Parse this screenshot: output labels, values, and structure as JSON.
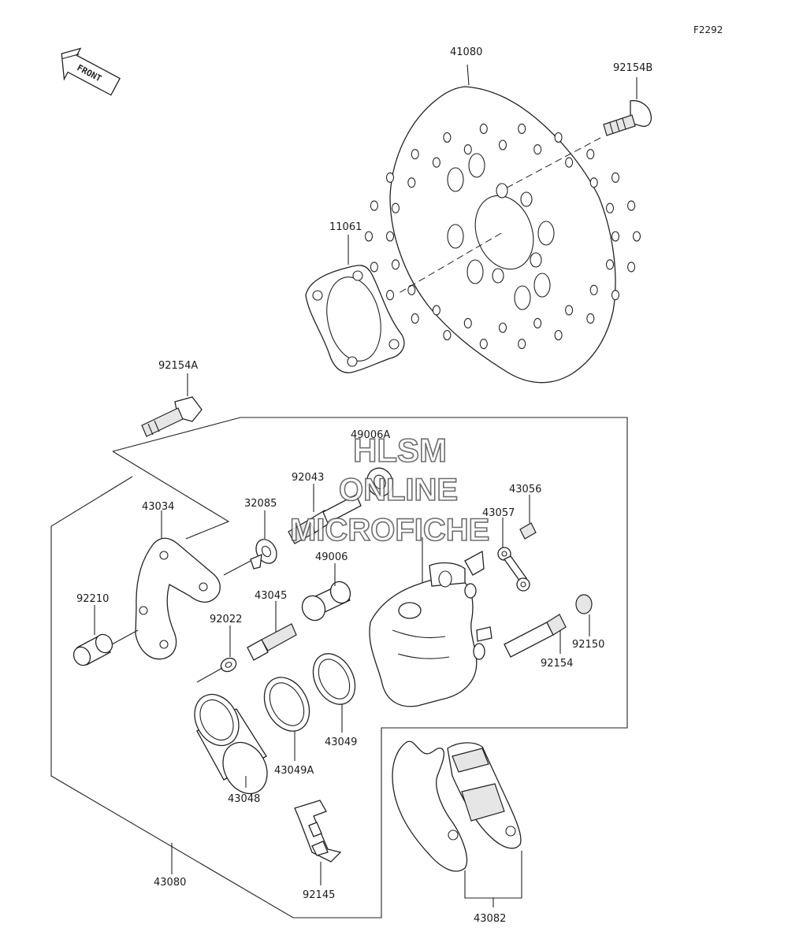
{
  "figure_code": "F2292",
  "front_arrow_label": "FRONT",
  "watermark": {
    "line1": "HLSM",
    "line2": "ONLINE",
    "line3": "MICROFICHE"
  },
  "parts": {
    "p41080": "41080",
    "p92154B": "92154B",
    "p11061": "11061",
    "p92154A": "92154A",
    "p49006A": "49006A",
    "p92043": "92043",
    "p43056": "43056",
    "p43057": "43057",
    "p43034": "43034",
    "p32085": "32085",
    "p49006": "49006",
    "p43045": "43045",
    "p92210": "92210",
    "p92022": "92022",
    "p92150": "92150",
    "p92154": "92154",
    "p43049": "43049",
    "p43049A": "43049A",
    "p43048": "43048",
    "p92145": "92145",
    "p43080": "43080",
    "p43082": "43082"
  }
}
